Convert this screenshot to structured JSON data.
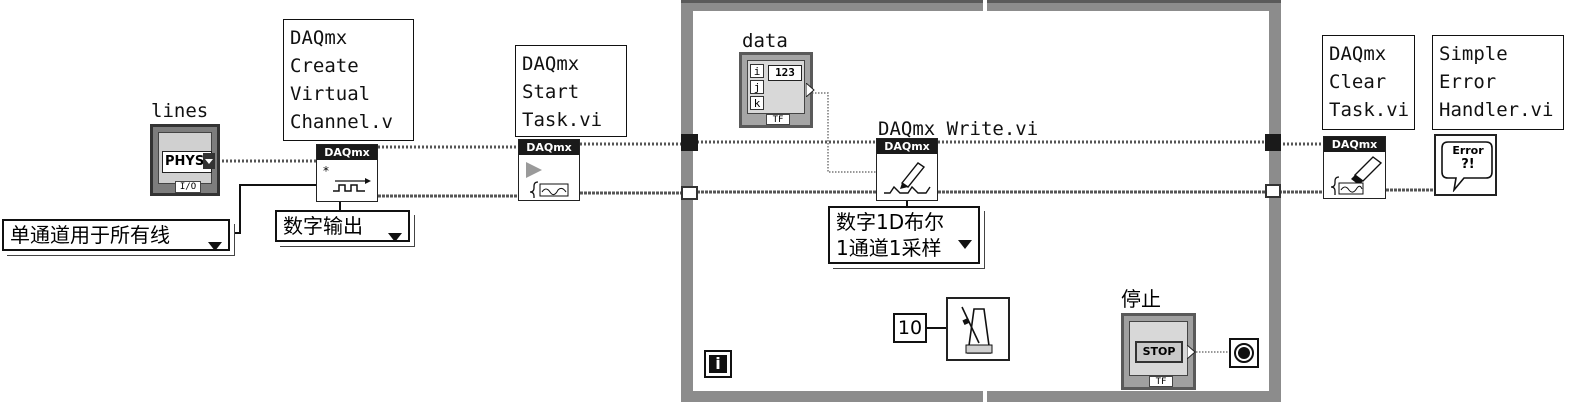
{
  "labels": {
    "lines": "lines",
    "data": "data",
    "write_vi": "DAQmx Write.vi",
    "stop_label": "停止"
  },
  "tips": {
    "create_channel": "DAQmx\nCreate\nVirtual\nChannel.v",
    "start_task": "DAQmx\nStart\nTask.vi",
    "clear_task": "DAQmx\nClear\nTask.vi",
    "error_handler": "Simple\nError\nHandler.vi"
  },
  "nodes": {
    "daqmx_badge": "DAQmx",
    "error_text": "Error",
    "error_mark": "?!"
  },
  "controls": {
    "lines_value": "PHYS",
    "lines_tag": "I/O",
    "line_grouping": "单通道用于所有线",
    "channel_type": "数字输出",
    "write_mode_line1": "数字1D布尔",
    "write_mode_line2": "1通道1采样",
    "wait_ms": "10",
    "stop_button": "STOP",
    "stop_tag": "TF",
    "data_index_i": "i",
    "data_index_j": "j",
    "data_index_k": "k",
    "data_numeric": "123",
    "data_tag": "TF",
    "loop_iteration": "i"
  },
  "colors": {
    "loop_frame": "#8c8c8c",
    "node_header": "#1a1a1a",
    "wire": "#555555"
  }
}
